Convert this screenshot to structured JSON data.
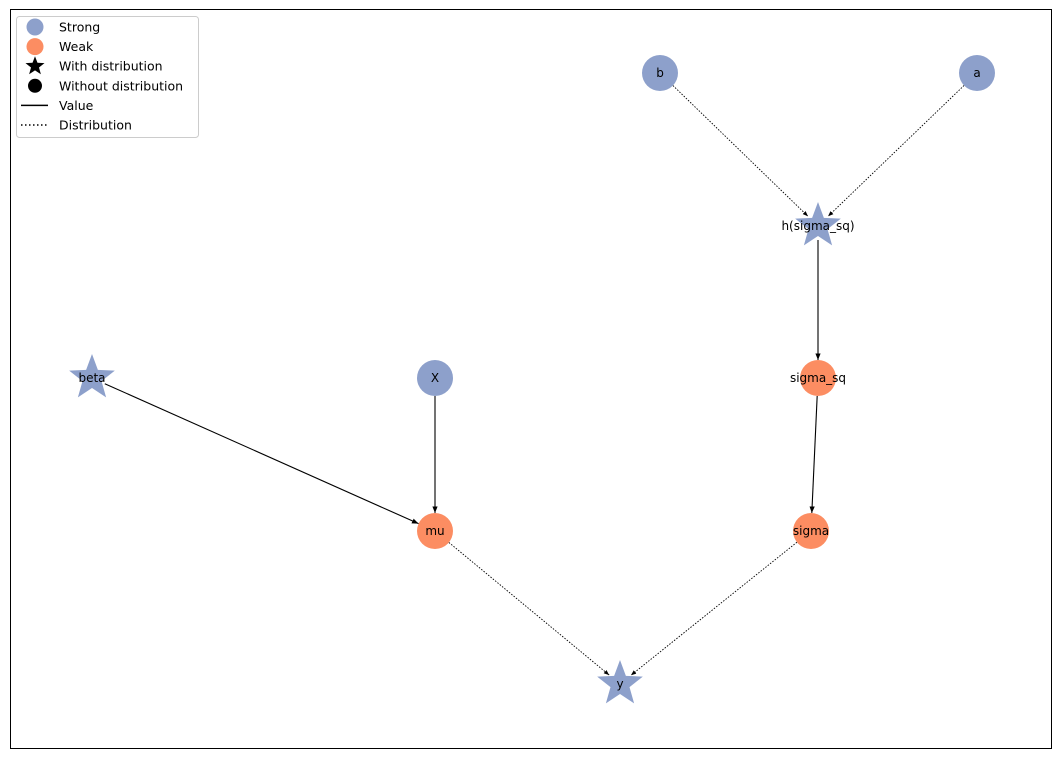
{
  "colors": {
    "strong": "#8DA0CB",
    "weak": "#FC8D62",
    "edge": "#000000"
  },
  "legend": {
    "items": [
      {
        "label": "Strong",
        "symbol": "circle",
        "color": "#8DA0CB"
      },
      {
        "label": "Weak",
        "symbol": "circle",
        "color": "#FC8D62"
      },
      {
        "label": "With distribution",
        "symbol": "star",
        "color": "#000000"
      },
      {
        "label": "Without distribution",
        "symbol": "circle",
        "color": "#000000"
      },
      {
        "label": "Value",
        "symbol": "solid-line",
        "color": "#000000"
      },
      {
        "label": "Distribution",
        "symbol": "dotted-line",
        "color": "#000000"
      }
    ]
  },
  "nodes": [
    {
      "id": "b",
      "label": "b",
      "strength": "strong",
      "shape": "circle"
    },
    {
      "id": "a",
      "label": "a",
      "strength": "strong",
      "shape": "circle"
    },
    {
      "id": "h",
      "label": "h(sigma_sq)",
      "strength": "strong",
      "shape": "star"
    },
    {
      "id": "beta",
      "label": "beta",
      "strength": "strong",
      "shape": "star"
    },
    {
      "id": "X",
      "label": "X",
      "strength": "strong",
      "shape": "circle"
    },
    {
      "id": "sigma_sq",
      "label": "sigma_sq",
      "strength": "weak",
      "shape": "circle"
    },
    {
      "id": "mu",
      "label": "mu",
      "strength": "weak",
      "shape": "circle"
    },
    {
      "id": "sigma",
      "label": "sigma",
      "strength": "weak",
      "shape": "circle"
    },
    {
      "id": "y",
      "label": "y",
      "strength": "strong",
      "shape": "star"
    }
  ],
  "edges": [
    {
      "from": "b",
      "to": "h",
      "type": "distribution"
    },
    {
      "from": "a",
      "to": "h",
      "type": "distribution"
    },
    {
      "from": "h",
      "to": "sigma_sq",
      "type": "value"
    },
    {
      "from": "sigma_sq",
      "to": "sigma",
      "type": "value"
    },
    {
      "from": "beta",
      "to": "mu",
      "type": "value"
    },
    {
      "from": "X",
      "to": "mu",
      "type": "value"
    },
    {
      "from": "mu",
      "to": "y",
      "type": "distribution"
    },
    {
      "from": "sigma",
      "to": "y",
      "type": "distribution"
    }
  ]
}
